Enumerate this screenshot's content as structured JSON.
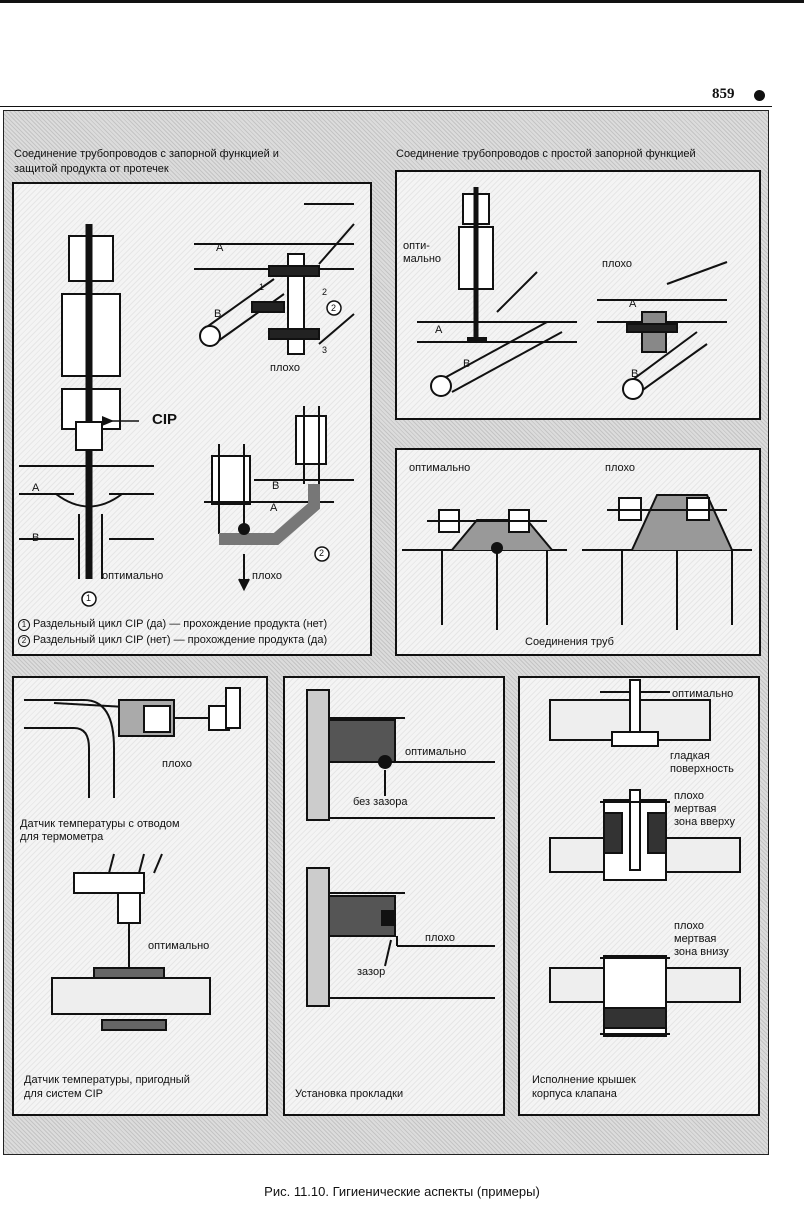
{
  "page": {
    "number": "859"
  },
  "top_left": {
    "heading": [
      "Соединение трубопроводов с запорной функцией и",
      "защитой продукта от протечек"
    ],
    "labels": {
      "a": "A",
      "b": "B",
      "cip": "CIP",
      "optimal": "оптимально",
      "bad": "плохо",
      "bad2": "плохо",
      "n1": "1",
      "n2": "2",
      "n3": "3",
      "c1": "1",
      "c2": "2"
    },
    "legend": [
      {
        "num": "1",
        "text": "Раздельный цикл CIP (да) — прохождение продукта (нет)"
      },
      {
        "num": "2",
        "text": "Раздельный цикл CIP (нет) — прохождение продукта (да)"
      }
    ]
  },
  "top_right": {
    "heading": "Соединение трубопроводов с простой запорной функцией",
    "optimal": [
      "опти-",
      "мально"
    ],
    "bad": "плохо",
    "a": "A",
    "b": "B"
  },
  "mid_right": {
    "optimal": "оптимально",
    "bad": "плохо",
    "caption": "Соединения труб"
  },
  "bottom_left": {
    "bad": "плохо",
    "caption1": [
      "Датчик температуры с отводом",
      "для термометра"
    ],
    "optimal": "оптимально",
    "caption2": [
      "Датчик температуры, пригодный",
      "для систем CIP"
    ]
  },
  "bottom_mid": {
    "optimal": "оптимально",
    "no_gap": "без зазора",
    "bad": "плохо",
    "gap": "зазор",
    "caption": "Установка прокладки"
  },
  "bottom_right": {
    "optimal": "оптимально",
    "smooth": [
      "гладкая",
      "поверхность"
    ],
    "bad_top": [
      "плохо",
      "мертвая",
      "зона вверху"
    ],
    "bad_bottom": [
      "плохо",
      "мертвая",
      "зона внизу"
    ],
    "caption": [
      "Исполнение крышек",
      "корпуса клапана"
    ]
  },
  "caption": "Рис. 11.10. Гигиенические аспекты (примеры)"
}
